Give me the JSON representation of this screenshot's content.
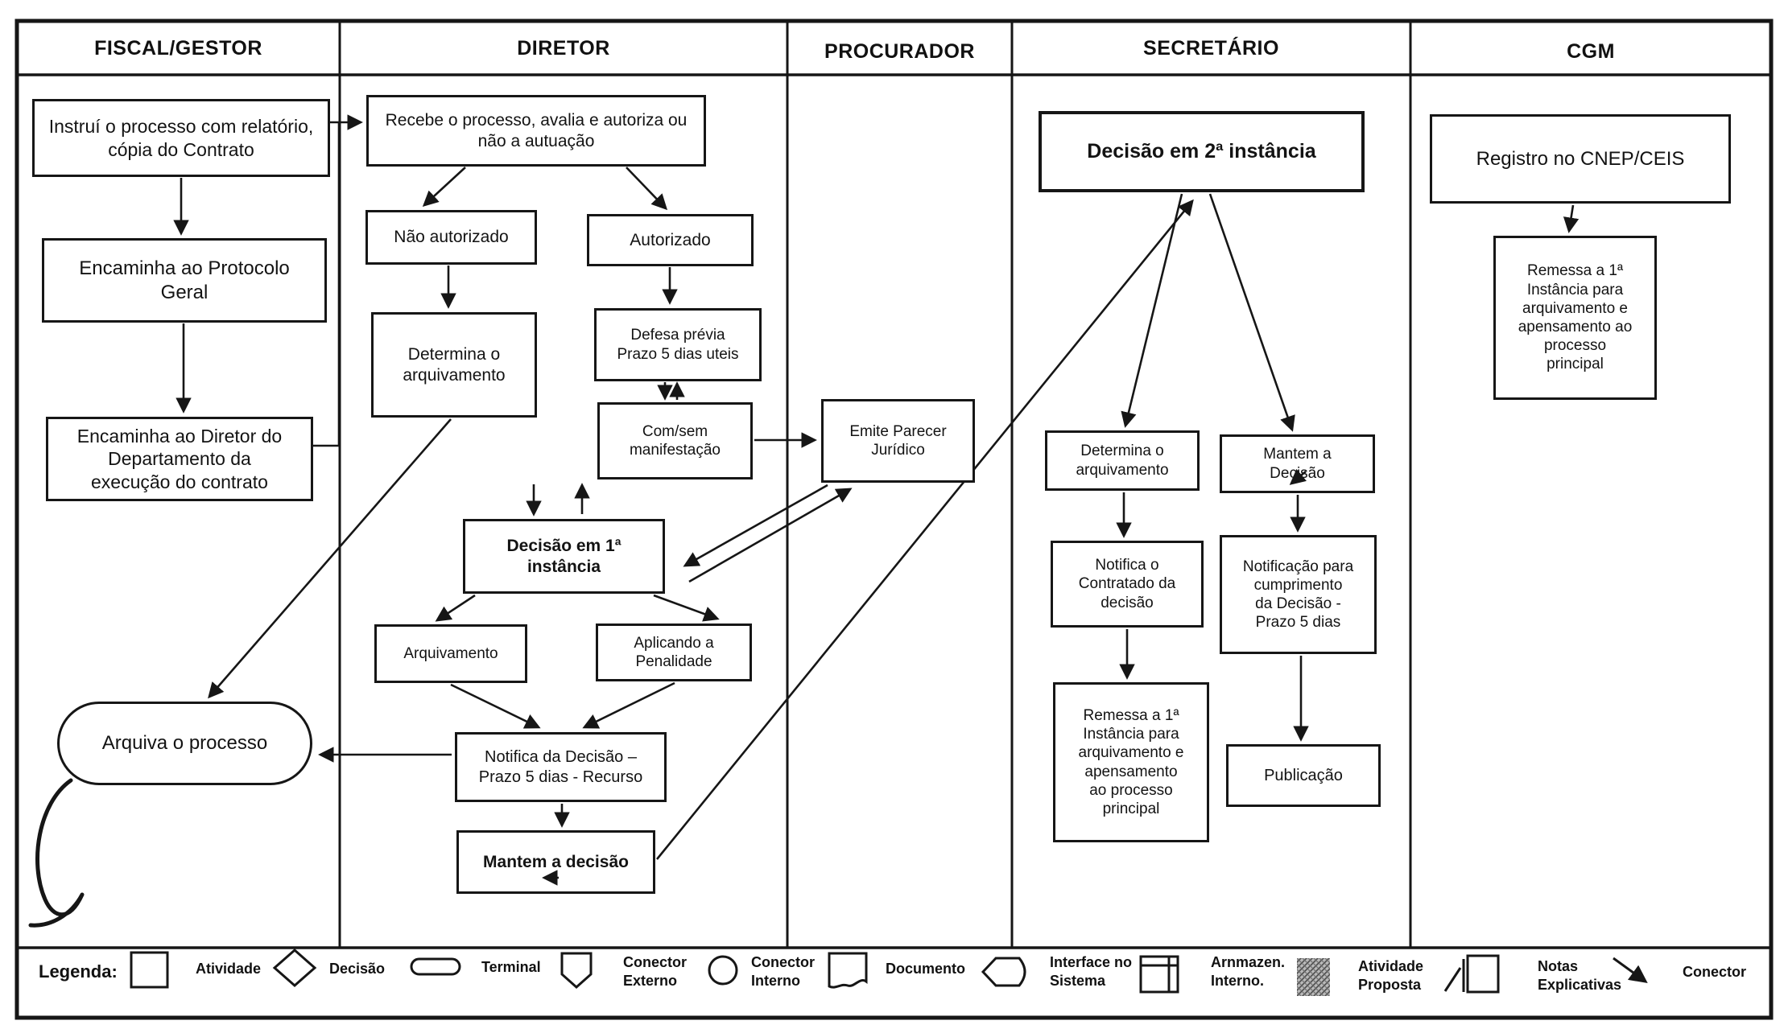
{
  "colors": {
    "ink": "#161616",
    "background": "#ffffff"
  },
  "lanes": [
    {
      "id": "fiscal",
      "title": "FISCAL/GESTOR"
    },
    {
      "id": "diretor",
      "title": "DIRETOR"
    },
    {
      "id": "procurador",
      "title": "PROCURADOR"
    },
    {
      "id": "secretario",
      "title": "SECRETÁRIO"
    },
    {
      "id": "cgm",
      "title": "CGM"
    }
  ],
  "nodes": {
    "instrui": {
      "label": "Instruí o processo com relatório,\ncópia do Contrato"
    },
    "protocolo": {
      "label": "Encaminha ao Protocolo\nGeral"
    },
    "encaminha_diretor": {
      "label": "Encaminha ao Diretor do\nDepartamento da\nexecução do contrato"
    },
    "arquiva": {
      "label": "Arquiva o processo"
    },
    "recebe": {
      "label": "Recebe o processo, avalia e autoriza ou\nnão a autuação"
    },
    "nao_autorizado": {
      "label": "Não autorizado"
    },
    "autorizado": {
      "label": "Autorizado"
    },
    "determina_arq_dir": {
      "label": "Determina o\narquivamento"
    },
    "defesa_previa": {
      "label": "Defesa prévia\nPrazo 5 dias uteis"
    },
    "com_sem": {
      "label": "Com/sem\nmanifestação"
    },
    "decisao_1": {
      "label": "Decisão em 1ª\ninstância"
    },
    "arquivamento": {
      "label": "Arquivamento"
    },
    "aplicando": {
      "label": "Aplicando a\nPenalidade"
    },
    "notifica_decisao": {
      "label": "Notifica da Decisão –\nPrazo 5 dias - Recurso"
    },
    "mantem_decisao_dir": {
      "label": "Mantem a decisão"
    },
    "emite_parecer": {
      "label": "Emite Parecer\nJurídico"
    },
    "decisao_2": {
      "label": "Decisão em 2ª instância"
    },
    "determina_arq_sec": {
      "label": "Determina o\narquivamento"
    },
    "mantem_decisao_sec": {
      "label": "Mantem a\nDecisão"
    },
    "notifica_contratado": {
      "label": "Notifica o\nContratado da\ndecisão"
    },
    "notificacao_cumprimento": {
      "label": "Notificação para\ncumprimento\nda Decisão -\nPrazo 5 dias"
    },
    "remessa_sec": {
      "label": "Remessa a 1ª\nInstância para\narquivamento e\napensamento\nao processo\nprincipal"
    },
    "publicacao": {
      "label": "Publicação"
    },
    "registro_cnep": {
      "label": "Registro no CNEP/CEIS"
    },
    "remessa_cgm": {
      "label": "Remessa a 1ª\nInstância para\narquivamento e\napensamento ao\nprocesso\nprincipal"
    }
  },
  "legend": {
    "title": "Legenda:",
    "items": [
      {
        "shape": "activity-rect",
        "label": "Atividade"
      },
      {
        "shape": "decision-diamond",
        "label": "Decisão"
      },
      {
        "shape": "terminal-pill",
        "label": "Terminal"
      },
      {
        "shape": "external-connector",
        "label": "Conector\nExterno"
      },
      {
        "shape": "internal-connector",
        "label": "Conector\nInterno"
      },
      {
        "shape": "document",
        "label": "Documento"
      },
      {
        "shape": "system-interface",
        "label": "Interface no\nSistema"
      },
      {
        "shape": "internal-storage",
        "label": "Arnmazen.\nInterno."
      },
      {
        "shape": "proposed-activity",
        "label": "Atividade\nProposta"
      },
      {
        "shape": "explanatory-notes",
        "label": "Notas\nExplicativas"
      },
      {
        "shape": "connector-arrow",
        "label": "Conector"
      }
    ]
  }
}
